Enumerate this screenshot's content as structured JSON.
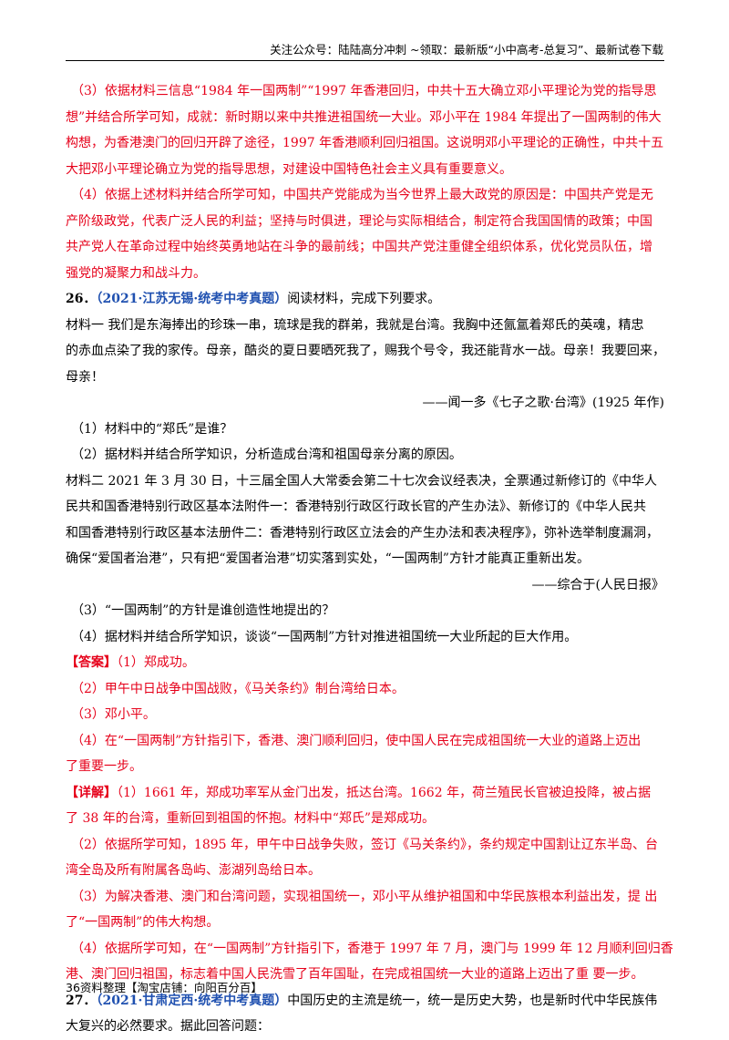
{
  "header": {
    "text": "关注公众号：陆陆高分冲刺  ~领取：最新版“小中高考-总复习”、最新试卷下载"
  },
  "prev_answers": {
    "a3_lines": [
      "（3）依据材料三信息“1984 年一国两制”“1997 年香港回归，中共十五大确立邓小平理论为党的指导思",
      "想”并结合所学可知，成就：新时期以来中共推进祖国统一大业。邓小平在 1984 年提出了一国两制的伟大",
      "构想，为香港澳门的回归开辟了途径，1997 年香港顺利回归祖国。这说明邓小平理论的正确性，中共十五",
      "大把邓小平理论确立为党的指导思想，对建设中国特色社会主义具有重要意义。"
    ],
    "a4_lines": [
      "（4）依据上述材料并结合所学可知，中国共产党能成为当今世界上最大政党的原因是：中国共产党是无",
      "产阶级政党，代表广泛人民的利益；坚持与时俱进，理论与实际相结合，制定符合我国国情的政策；中国",
      "共产党人在革命过程中始终英勇地站在斗争的最前线；中国共产党注重健全组织体系，优化党员队伍，增",
      "强党的凝聚力和战斗力。"
    ]
  },
  "q26": {
    "number": "26．",
    "source": "（2021·江苏无锡·统考中考真题）",
    "instruction": "阅读材料，完成下列要求。",
    "material1_lines": [
      "材料一    我们是东海捧出的珍珠一串，琉球是我的群弟，我就是台湾。我胸中还氤氲着郑氏的英魂，精忠",
      "的赤血点染了我的家传。母亲，酷炎的夏日要晒死我了，赐我个号令，我还能背水一战。母亲！我要回来，",
      "母亲！"
    ],
    "material1_source": "——闻一多《七子之歌·台湾》(1925 年作)",
    "q1": "（1）材料中的“郑氏”是谁？",
    "q2": "（2）据材料并结合所学知识，分析造成台湾和祖国母亲分离的原因。",
    "material2_lines": [
      "材料二    2021 年 3 月 30 日，十三届全国人大常委会第二十七次会议经表决，全票通过新修订的《中华人",
      "民共和国香港特别行政区基本法附件一：香港特别行政区行政长官的产生办法》、新修订的《中华人民共",
      "和国香港特别行政区基本法册件二：香港特别行政区立法会的产生办法和表决程序》，弥补选举制度漏洞，",
      "确保“爱国者治港”，只有把“爱国者治港”切实落到实处，“一国两制”方针才能真正重新出发。"
    ],
    "material2_source": "——综合于(人民日报》",
    "q3": "（3）“一国两制”的方针是谁创造性地提出的？",
    "q4": "（4）据材料并结合所学知识，谈谈“一国两制”方针对推进祖国统一大业所起的巨大作用。",
    "answer_label": "【答案】",
    "answer_lines": [
      "（1）郑成功。",
      "（2）甲午中日战争中国战败，《马关条约》制台湾给日本。",
      "（3）邓小平。",
      "（4）在“一国两制”方针指引下，香港、澳门顺利回归，使中国人民在完成祖国统一大业的道路上迈出",
      "了重要一步。"
    ],
    "detail_label": "【详解】",
    "detail_lines": [
      "（1）1661  年，郑成功率军从金门出发，抵达台湾。1662  年，荷兰殖民长官被迫投降，被占据",
      "了  38  年的台湾，重新回到祖国的怀抱。材料中“郑氏”是郑成功。",
      "（2）依据所学可知，1895 年，甲午中日战争失败，签订《马关条约》，条约规定中国割让辽东半岛、台",
      "湾全岛及所有附属各岛屿、澎湖列岛给日本。",
      "（3）为解决香港、澳门和台湾问题，实现祖国统一，邓小平从维护祖国和中华民族根本利益出发，提  出",
      "了“一国两制”的伟大构想。",
      "（4）依据所学可知，在“一国两制”方针指引下，香港于 1997 年 7 月，澳门与 1999 年 12 月顺利回归香",
      "港、澳门回归祖国，标志着中国人民洗雪了百年国耻，在完成祖国统一大业的道路上迈出了重  要一步。"
    ]
  },
  "q27": {
    "number": "27．",
    "source": "（2021·甘肃定西·统考中考真题）",
    "lines": [
      "中国历史的主流是统一，统一是历史大势，也是新时代中华民族伟",
      "大复兴的必然要求。据此回答问题："
    ]
  },
  "footer": {
    "page_number": "36",
    "text": "资料整理【淘宝店铺：向阳百分百】"
  },
  "colors": {
    "answer_red": "#e6001a",
    "source_blue": "#1f50b0"
  }
}
